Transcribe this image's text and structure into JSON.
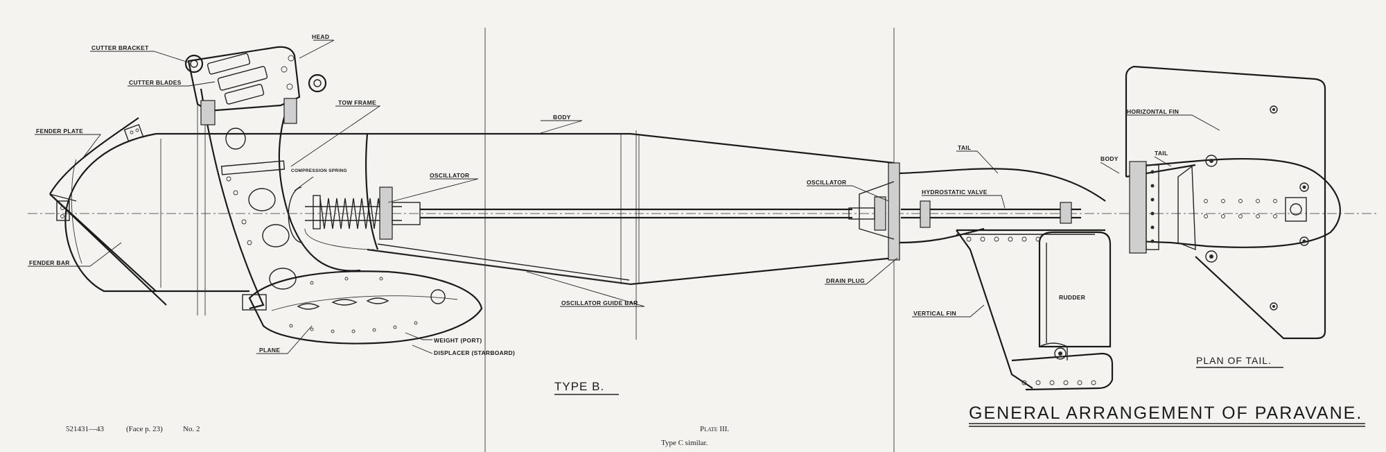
{
  "drawing": {
    "title": "GENERAL ARRANGEMENT OF PARAVANE.",
    "main_view_caption": "TYPE B.",
    "tail_view_caption": "PLAN OF TAIL.",
    "plate_label": "Plate III.",
    "plate_note": "Type C similar.",
    "reference": "521431—43",
    "face_page": "(Face p. 23)",
    "number": "No. 2"
  },
  "labels": {
    "cutter_bracket": "CUTTER BRACKET",
    "head": "HEAD",
    "cutter_blades": "CUTTER BLADES",
    "tow_frame": "TOW FRAME",
    "fender_plate": "FENDER PLATE",
    "body_main": "BODY",
    "compression_spring": "COMPRESSION SPRING",
    "oscillator_front": "OSCILLATOR",
    "tail_main": "TAIL",
    "oscillator_rear": "OSCILLATOR",
    "hydrostatic_valve": "HYDROSTATIC VALVE",
    "fender_bar": "FENDER BAR",
    "drain_plug": "DRAIN PLUG",
    "oscillator_guide_bar": "OSCILLATOR GUIDE BAR",
    "vertical_fin": "VERTICAL FIN",
    "rudder": "RUDDER",
    "weight_port": "WEIGHT (PORT)",
    "displacer_starboard": "DISPLACER (STARBOARD)",
    "plane": "PLANE",
    "horizontal_fin": "HORIZONTAL FIN",
    "body_tail_plan": "BODY",
    "tail_tail_plan": "TAIL"
  },
  "icons": [
    "tow-eye-icon",
    "bolt-icon"
  ]
}
